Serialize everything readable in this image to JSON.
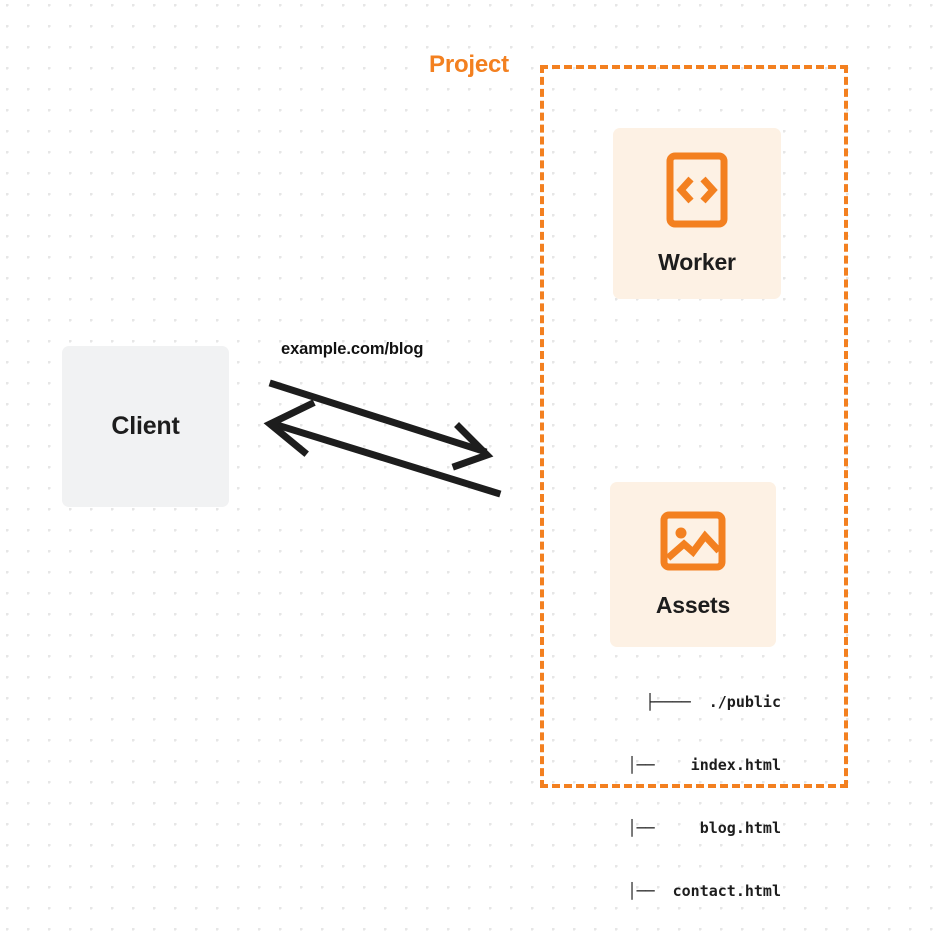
{
  "diagram": {
    "title": "Client request routing to project Worker and static Assets",
    "background": {
      "grid": "dot-grid",
      "dot_color": "#e6e6e6",
      "page_color": "#ffffff"
    },
    "colors": {
      "accent_orange": "#f38020",
      "card_background": "#fdf1e4",
      "client_background": "#f1f2f3",
      "text_dark": "#1d1d1d",
      "arrow_stroke": "#1d1d1d"
    },
    "client": {
      "label": "Client"
    },
    "connector": {
      "label": "example.com/blog",
      "request_direction": "client-to-project",
      "response_direction": "project-to-client",
      "arrow_count": 2
    },
    "project": {
      "title": "Project",
      "border_style": "dashed",
      "nodes": [
        {
          "label": "Worker",
          "icon": "code-file-icon"
        },
        {
          "label": "Assets",
          "icon": "image-icon"
        }
      ],
      "file_tree": [
        {
          "prefix": "├────  ",
          "name": "./public"
        },
        {
          "prefix": "  │──    ",
          "name": "index.html"
        },
        {
          "prefix": "  │──     ",
          "name": "blog.html"
        },
        {
          "prefix": "  │── ",
          "name": "contact.html"
        }
      ],
      "file_tree_rows": [
        "├────  ./public",
        " │──    index.html",
        " │──     blog.html",
        " │──  contact.html"
      ]
    }
  }
}
